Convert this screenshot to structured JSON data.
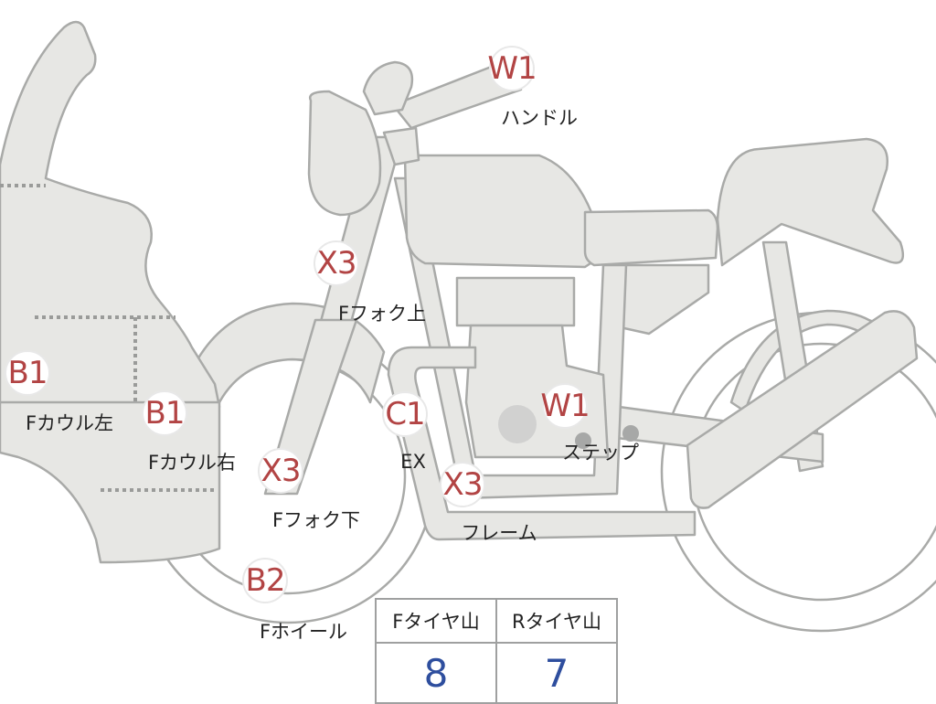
{
  "labels": {
    "handle": {
      "code": "W1",
      "name": "ハンドル"
    },
    "fork_upper": {
      "code": "X3",
      "name": "Fフォク上"
    },
    "cowl_left": {
      "code": "B1",
      "name": "Fカウル左"
    },
    "cowl_right": {
      "code": "B1",
      "name": "Fカウル右"
    },
    "fork_lower": {
      "code": "X3",
      "name": "Fフォク下"
    },
    "exhaust": {
      "code": "C1",
      "name": "EX"
    },
    "step": {
      "code": "W1",
      "name": "ステップ"
    },
    "frame": {
      "code": "X3",
      "name": "フレーム"
    },
    "front_wheel": {
      "code": "B2",
      "name": "Fホイール"
    }
  },
  "tread_table": {
    "headers": [
      "Fタイヤ山",
      "Rタイヤ山"
    ],
    "values": [
      "8",
      "7"
    ]
  },
  "colors": {
    "badge_text": "#b24444",
    "value_text": "#2e4e9e",
    "bike_fill": "#e7e7e4",
    "bike_stroke": "#a9aaa8"
  }
}
